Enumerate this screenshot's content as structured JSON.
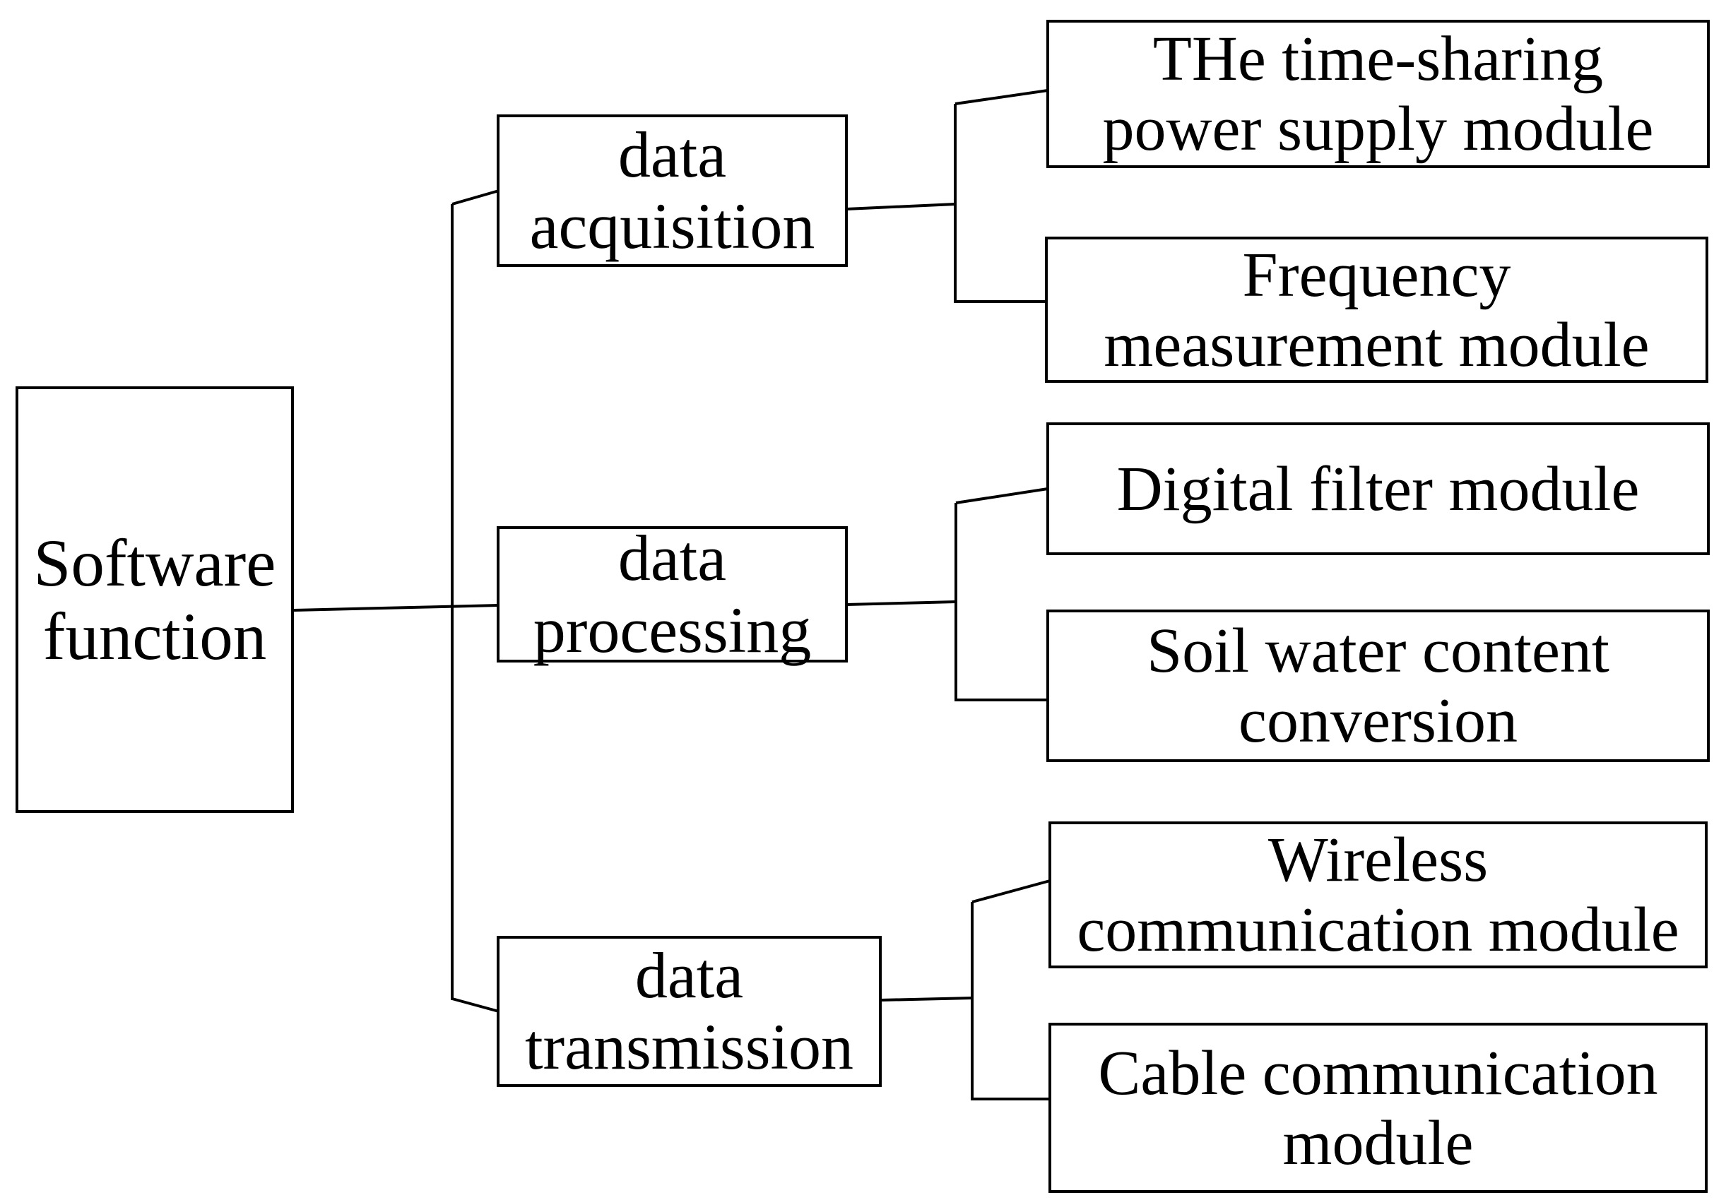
{
  "diagram": {
    "type": "tree-block-diagram",
    "colors": {
      "background": "#ffffff",
      "line": "#000000",
      "text": "#000000"
    },
    "nodes": {
      "root": {
        "label": "Software\nfunction"
      },
      "acquisition": {
        "label": "data\nacquisition"
      },
      "processing": {
        "label": "data\nprocessing"
      },
      "transmission": {
        "label": "data\ntransmission"
      },
      "power_supply": {
        "label": "THe time-sharing\npower supply  module"
      },
      "frequency": {
        "label": "Frequency\nmeasurement module"
      },
      "digital_filter": {
        "label": "Digital filter module"
      },
      "soil_water": {
        "label": "Soil water content\nconversion"
      },
      "wireless": {
        "label": "Wireless\ncommunication module"
      },
      "cable": {
        "label": "Cable communication\nmodule"
      }
    },
    "edges": [
      {
        "from": "root",
        "to": "acquisition"
      },
      {
        "from": "root",
        "to": "processing"
      },
      {
        "from": "root",
        "to": "transmission"
      },
      {
        "from": "acquisition",
        "to": "power_supply"
      },
      {
        "from": "acquisition",
        "to": "frequency"
      },
      {
        "from": "processing",
        "to": "digital_filter"
      },
      {
        "from": "processing",
        "to": "soil_water"
      },
      {
        "from": "transmission",
        "to": "wireless"
      },
      {
        "from": "transmission",
        "to": "cable"
      }
    ]
  }
}
